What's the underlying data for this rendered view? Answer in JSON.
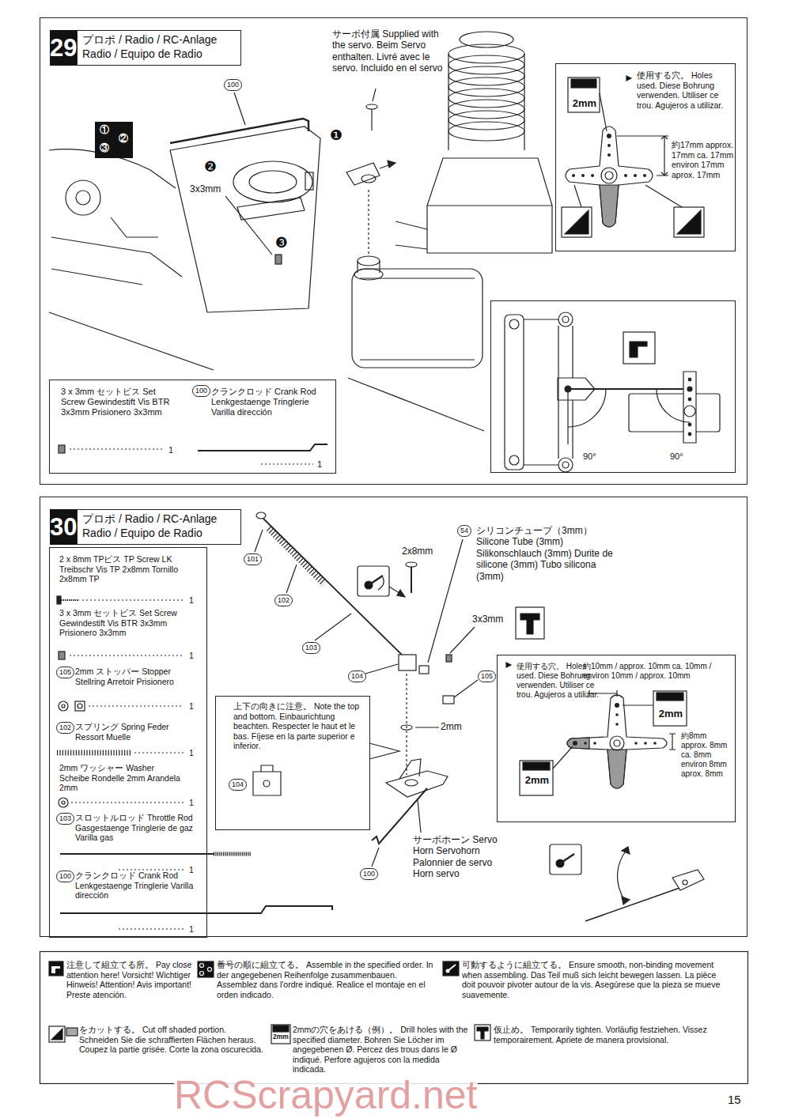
{
  "diagram": {
    "nodes": [
      {
        "text": [
          "29",
          "プロポ / Radio / RC-Anlage Radio / Equipo de Radio"
        ]
      },
      {
        "text": [
          "3 x 3mm セットビス Set Screw Gewindestift Vis BTR 3x3mm Prisionero 3x3mm",
          "1",
          "100",
          "クランクロッド Crank Rod Lenkgestaenge Tringlerie Varilla dirección",
          "1"
        ],
        "in": 0
      },
      {
        "text": [
          "使用する穴。 Holes used. Diese Bohrung verwenden. Utiliser ce trou. Agujeros a utilizar.",
          "2mm",
          "約17mm approx. 17mm ca. 17mm environ 17mm aprox. 17mm"
        ],
        "in": 0
      },
      {
        "text": [
          "90°",
          "90°"
        ],
        "in": 0
      },
      {
        "text": [
          "30",
          "プロポ / Radio / RC-Anlage Radio / Equipo de Radio"
        ]
      },
      {
        "text": [
          "2 x 8mm TPビス TP Screw LK Treibschr Vis TP 2x8mm Tornillo 2x8mm TP",
          "1",
          "3 x 3mm セットビス Set Screw Gewindestift Vis BTR 3x3mm Prisionero 3x3mm",
          "1",
          "105",
          "2mm ストッパー Stopper Stellring Arretoir Prisionero",
          "1",
          "102",
          "スプリング Spring Feder Ressort Muelle",
          "1",
          "2mm ワッシャー Washer Scheibe Rondelle 2mm Arandela 2mm",
          "1",
          "103",
          "スロットルロッド Throttle Rod Gasgestaenge Tringlerie de gaz Varilla gas",
          "1",
          "100",
          "クランクロッド Crank Rod Lenkgestaenge Tringlerie Varilla dirección",
          "1"
        ],
        "in": 4
      },
      {
        "text": [
          "上下の向きに注意。 Note the top and bottom. Einbaurichtung beachten. Respecter le haut et le bas. Fíjese en la parte superior e inferior.",
          "104"
        ],
        "in": 4
      },
      {
        "text": [
          "使用する穴。 Holes used. Diese Bohrung verwenden. Utiliser ce trou. Agujeros a utilizar.",
          "約10mm / approx. 10mm ca. 10mm / environ 10mm / approx. 10mm",
          "2mm",
          "約8mm approx. 8mm ca. 8mm environ 8mm aprox. 8mm",
          "2mm"
        ],
        "in": 4
      }
    ],
    "labels": [
      "サーボ付属 Supplied with the servo. Beim Servo enthalten. Livré avec le servo. Incluido en el servo",
      "100",
      "①",
      "②",
      "③",
      "❶",
      "❷",
      "❸",
      "3x3mm",
      "101",
      "102",
      "103",
      "104",
      "105",
      "54",
      "100",
      "2x8mm",
      "シリコンチューブ（3mm） Silicone Tube (3mm) Silikonschlauch (3mm) Durite de silicone (3mm) Tubo silicona (3mm)",
      "3x3mm",
      "2mm",
      "サーボホーン Servo Horn Servohorn Palonnier de servo Horn servo",
      "2mm",
      "RCScrapyard.net",
      "15"
    ],
    "legend": [
      {
        "text": "注意して組立てる所。 Pay close attention here! Vorsicht! Wichtiger Hinweis! Attention! Avis important! Preste atención."
      },
      {
        "text": "番号の順に組立てる。 Assemble in the specified order. In der angegebenen Reihenfolge zusammenbauen. Assemblez dans l'ordre indiqué. Realice el montaje en el orden indicado."
      },
      {
        "text": "可動するように組立てる。 Ensure smooth, non-binding movement when assembling. Das Teil muß sich leicht bewegen lassen. La pièce doit pouvoir pivoter autour de la vis. Asegúrese que la pieza se mueve suavemente."
      },
      {
        "text": "をカットする。 Cut off shaded portion. Schneiden Sie die schraffierten Flächen heraus. Coupez la partie grisée. Corte la zona oscurecida."
      },
      {
        "text": "2mmの穴をあける（例）。 Drill holes with the specified diameter. Bohren Sie Löcher im angegebenen Ø. Percez des trous dans le Ø indiqué. Perfore agujeros con la medida indicada."
      },
      {
        "text": "仮止め。 Temporarily tighten. Vorläufig festziehen. Vissez temporairement. Apriete de manera provisional."
      }
    ]
  }
}
